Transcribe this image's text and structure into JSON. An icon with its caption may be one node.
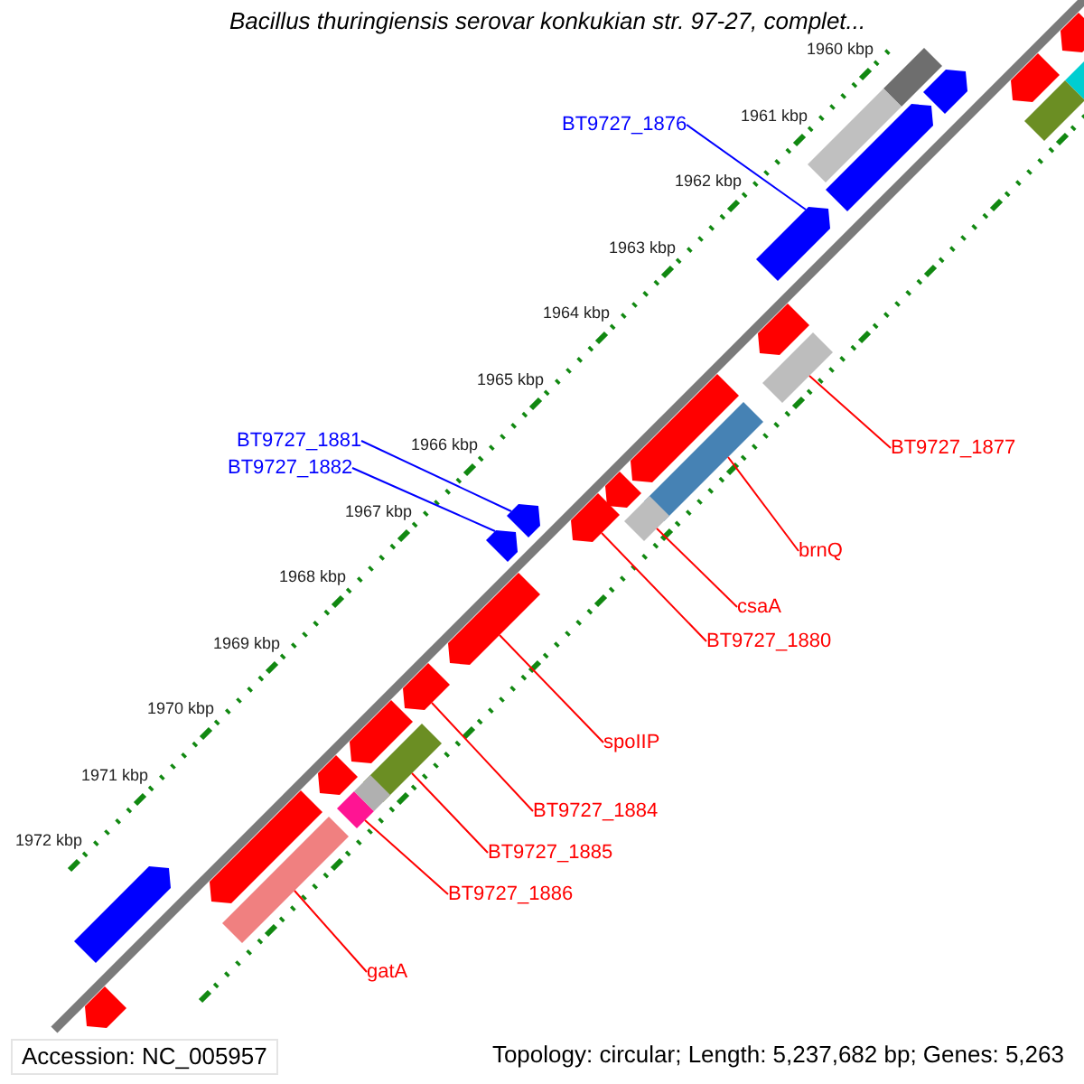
{
  "diagram": {
    "title": "Bacillus thuringiensis serovar konkukian str. 97-27, complet...",
    "nodes": [
      {
        "text": [
          "BT9727_1876"
        ]
      },
      {
        "text": [
          "BT9727_1877"
        ]
      },
      {
        "text": [
          "BT9727_1881"
        ]
      },
      {
        "text": [
          "BT9727_1882"
        ]
      },
      {
        "text": [
          "brnQ"
        ]
      },
      {
        "text": [
          "csaA"
        ]
      },
      {
        "text": [
          "BT9727_1880"
        ]
      },
      {
        "text": [
          "spoIIP"
        ]
      },
      {
        "text": [
          "BT9727_1884"
        ]
      },
      {
        "text": [
          "BT9727_1885"
        ]
      },
      {
        "text": [
          "BT9727_1886"
        ]
      },
      {
        "text": [
          "gatA"
        ]
      },
      {
        "text": [],
        "shape": "bar"
      },
      {
        "text": [],
        "shape": "bar"
      },
      {
        "text": [],
        "shape": "bar"
      },
      {
        "text": [],
        "shape": "bar"
      },
      {
        "text": [],
        "shape": "bar"
      },
      {
        "text": [],
        "shape": "bar"
      },
      {
        "text": [],
        "shape": "bar"
      },
      {
        "text": [],
        "shape": "bar"
      },
      {
        "text": [],
        "shape": "bar"
      },
      {
        "text": [],
        "shape": "bar"
      },
      {
        "text": [],
        "shape": "bar"
      },
      {
        "text": [],
        "shape": "bar"
      },
      {
        "text": [],
        "shape": "bar"
      },
      {
        "text": [],
        "shape": "bar"
      },
      {
        "text": [],
        "shape": "bar"
      },
      {
        "text": [],
        "shape": "bar"
      },
      {
        "text": [],
        "shape": "bar"
      },
      {
        "text": [],
        "shape": "bar"
      },
      {
        "text": [],
        "shape": "bar"
      },
      {
        "text": [],
        "shape": "bar"
      },
      {
        "text": [],
        "shape": "bar"
      },
      {
        "text": [],
        "shape": "bar"
      },
      {
        "text": [],
        "shape": "bar"
      },
      {
        "text": [],
        "shape": "bar"
      },
      {
        "text": [],
        "shape": "bar"
      },
      {
        "text": [],
        "shape": "bar"
      },
      {
        "text": [],
        "shape": "bar"
      },
      {
        "text": [],
        "shape": "bar"
      },
      {
        "text": [],
        "shape": "bar"
      }
    ],
    "edges": [
      {
        "from": 0,
        "to": 12,
        "arrow": "none",
        "color": "#0000ff"
      },
      {
        "from": 1,
        "to": 13,
        "arrow": "none"
      },
      {
        "from": 2,
        "to": 14,
        "arrow": "none",
        "color": "#0000ff"
      },
      {
        "from": 3,
        "to": 15,
        "arrow": "none",
        "color": "#0000ff"
      },
      {
        "from": 4,
        "to": 16,
        "arrow": "none"
      },
      {
        "from": 5,
        "to": 17,
        "arrow": "none"
      },
      {
        "from": 6,
        "to": 18,
        "arrow": "none"
      },
      {
        "from": 7,
        "to": 19,
        "arrow": "none"
      },
      {
        "from": 8,
        "to": 20,
        "arrow": "none"
      },
      {
        "from": 9,
        "to": 21,
        "arrow": "none"
      },
      {
        "from": 10,
        "to": 22,
        "arrow": "none"
      },
      {
        "from": 11,
        "to": 23,
        "arrow": "none"
      }
    ],
    "labels": [
      "1960 kbp",
      "1961 kbp",
      "1962 kbp",
      "1963 kbp",
      "1964 kbp",
      "1965 kbp",
      "1966 kbp",
      "1967 kbp",
      "1968 kbp",
      "1969 kbp",
      "1970 kbp",
      "1971 kbp",
      "1972 kbp",
      "Accession: NC_005957",
      "Topology: circular; Length: 5,237,682 bp; Genes: 5,263"
    ]
  }
}
